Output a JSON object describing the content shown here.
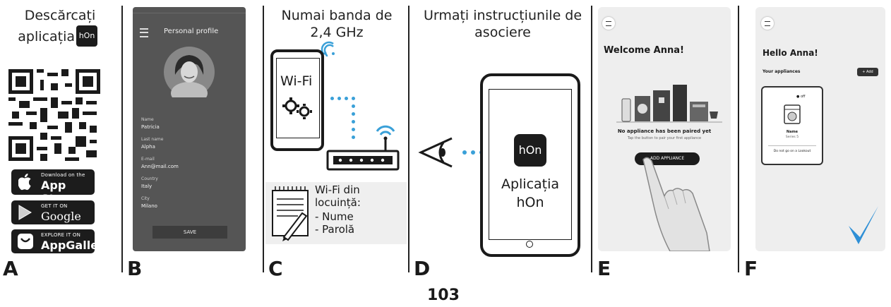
{
  "page_number": "103",
  "panels": {
    "a": {
      "letter": "A",
      "line1": "Descărcați",
      "line2": "aplicația",
      "logo": "hOn",
      "store_badges": [
        {
          "small": "Download on the",
          "big": "App Store",
          "icon": "apple-icon"
        },
        {
          "small": "GET IT ON",
          "big": "Google play",
          "icon": "play-icon"
        },
        {
          "small": "EXPLORE IT ON",
          "big": "AppGallery",
          "icon": "huawei-icon"
        }
      ]
    },
    "b": {
      "letter": "B",
      "title": "Personal profile",
      "fields": [
        {
          "label": "Name",
          "value": "Patricia"
        },
        {
          "label": "Last name",
          "value": "Alpha"
        },
        {
          "label": "E-mail",
          "value": "Ann@mail.com"
        },
        {
          "label": "Country",
          "value": "Italy"
        },
        {
          "label": "City",
          "value": "Milano"
        }
      ],
      "button": "SAVE"
    },
    "c": {
      "letter": "C",
      "caption": "Numai banda de 2,4 GHz",
      "wifi_label": "Wi-Fi",
      "note_title": "Wi-Fi din locuință:",
      "note_item1": "- Nume",
      "note_item2": "- Parolă"
    },
    "d": {
      "letter": "D",
      "caption": "Urmați instrucțiunile de asociere",
      "logo": "hOn",
      "app_label_1": "Aplicația",
      "app_label_2": "hOn"
    },
    "e": {
      "letter": "E",
      "greeting": "Welcome Anna!",
      "no_appliance": "No appliance has been paired yet",
      "hint": "Tap the button to pair your first appliance",
      "button": "ADD APPLIANCE"
    },
    "f": {
      "letter": "F",
      "greeting": "Hello Anna!",
      "section": "Your appliances",
      "add": "+ Add",
      "card_status": "● off",
      "card_name": "Name",
      "card_series": "Series 5",
      "card_footer": "Do not go on a Lookout"
    }
  },
  "colors": {
    "accent_blue": "#3aa0d8",
    "check_blue": "#2e8fd6",
    "dark": "#1c1c1c",
    "screen_gray": "#eeeeee"
  }
}
